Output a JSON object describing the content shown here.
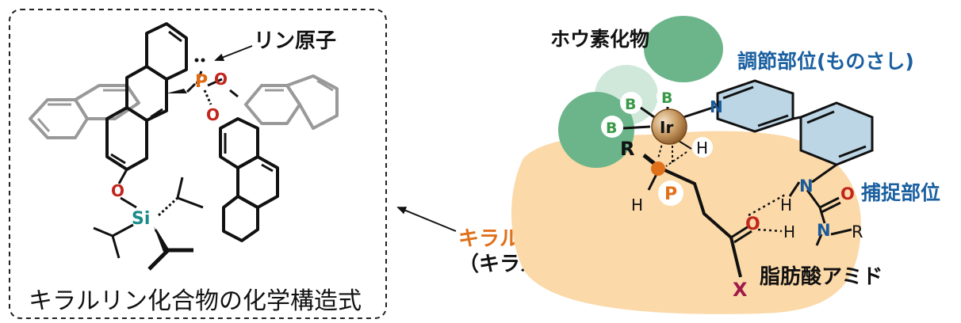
{
  "left_panel": {
    "caption": "キラルリン化合物の化学構造式",
    "phosphorus_label": "リン原子",
    "atoms": {
      "P": "P",
      "O1": "O",
      "O2": "O",
      "O3": "O",
      "Si": "Si"
    }
  },
  "connector": {
    "label_line1": "キラルリン化合物",
    "label_line2": "（キラル誘起部位）"
  },
  "right_panel": {
    "boron_label": "ホウ素化物",
    "regulator_label": "調節部位(ものさし)",
    "capture_label": "捕捉部位",
    "substrate_label": "脂肪酸アミド",
    "atoms": {
      "B1": "B",
      "B2": "B",
      "B3": "B",
      "Ir": "Ir",
      "N_py": "N",
      "R1": "R",
      "H1": "H",
      "P": "P",
      "H2": "H",
      "N_urea1": "N",
      "H_urea1": "H",
      "O_urea": "O",
      "N_urea2": "N",
      "H_urea2": "H",
      "R2": "R",
      "O_amide": "O",
      "X": "X"
    }
  },
  "colors": {
    "phosphorus": "#e06a10",
    "oxygen": "#c0261c",
    "silicon": "#1a8a8a",
    "nitrogen": "#1a5a9a",
    "boron": "#3a9a4a",
    "regulator_label": "#1a5fa0",
    "chiral_label": "#e0701a",
    "x_atom": "#a01a4a",
    "orange_blob": "#fbd9a8",
    "green_blob": "#6cb58a",
    "pyridine_fill": "#bcd6e6"
  }
}
